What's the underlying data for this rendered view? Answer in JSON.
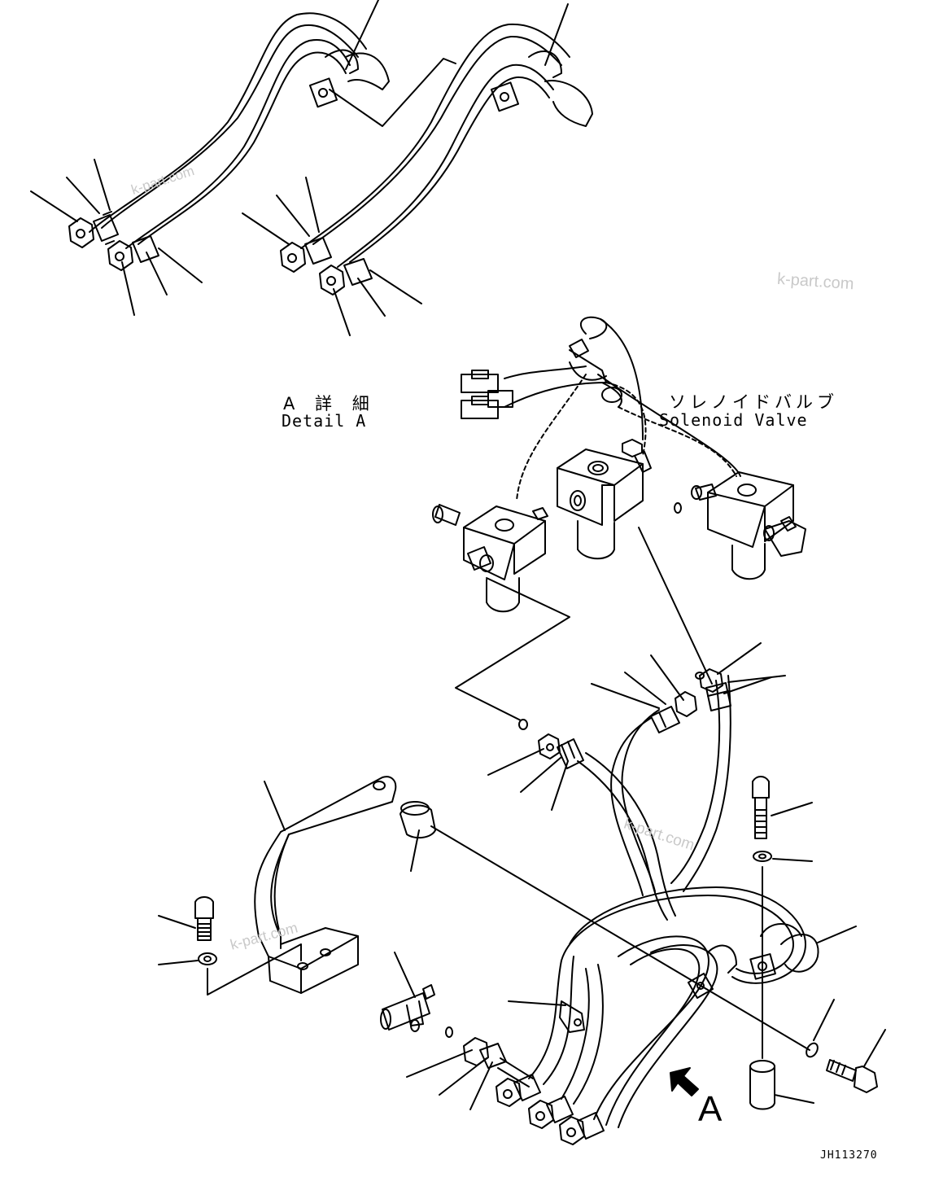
{
  "labels": {
    "detail_jp": "A 詳 細",
    "detail_en": "Detail A",
    "solenoid_jp": "ソレノイドバルブ",
    "solenoid_en": "Solenoid Valve",
    "view_arrow": "A",
    "drawing_code": "JH113270"
  },
  "watermark": "k-part.com",
  "icons": {
    "view_direction": "arrow-icon"
  },
  "colors": {
    "line": "#000000",
    "watermark": "#c9c9c9",
    "background": "#ffffff"
  }
}
